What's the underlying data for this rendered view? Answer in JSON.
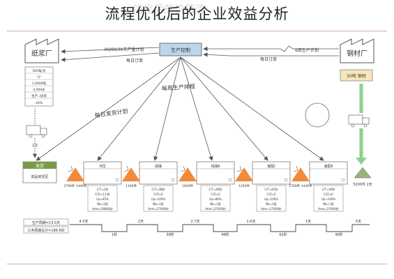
{
  "title": "流程优化后的企业效益分析",
  "title_ghost": "优化后的价值流",
  "supplier": {
    "label": "纸浆厂",
    "info": [
      "500吨/天",
      "\"2\"",
      "1,0000吨",
      "4,000天",
      "生产=投资",
      "20%"
    ],
    "weekly": "1次"
  },
  "customer": {
    "label": "钢材厂",
    "info_label": "50吨 钢材"
  },
  "control": {
    "label": "生产控制"
  },
  "flows": {
    "left_top": "90/60/30天产量计划",
    "left_bottom": "每日订单",
    "right_top": "6周生产计划",
    "right_bottom": "每日订单",
    "weekly_schedule": "每周生产排程",
    "daily_plan": "每日发货计划"
  },
  "processes": [
    {
      "label": "发货",
      "info": "成品收货区"
    },
    {
      "label": "冲压",
      "info": [
        "C/T=1秒",
        "C/O=1小时",
        "Up=85%",
        "Nb=1班",
        "Item=28800秒"
      ]
    },
    {
      "label": "焊接",
      "info": [
        "C/T=38秒",
        "C/O=0",
        "Up=100%",
        "Nb=1班",
        "Item=27600秒"
      ]
    },
    {
      "label": "焊接Ⅱ",
      "info": [
        "C/T=46秒",
        "C/O=0",
        "Up=80%",
        "Nb=1班",
        "Item=27600秒"
      ]
    },
    {
      "label": "装配Ⅰ",
      "info": [
        "C/T=62秒",
        "C/O=0",
        "Up=100%",
        "Nb=1班",
        "Item=27600秒"
      ]
    },
    {
      "label": "装配Ⅱ",
      "info": [
        "C/T=40秒",
        "C/O=0",
        "Up=100%",
        "Nb=1班",
        "Item=27600秒"
      ]
    }
  ],
  "inventories": [
    "2700件 1440件",
    "1100件",
    "1600件",
    "1200件",
    "2700件 1440件"
  ],
  "end_inventory": "5200件 2天",
  "timeline": {
    "legend_top": "生产周期=13.5天",
    "legend_bottom": "工序周期总计=186.6秒",
    "days": [
      "4.5天",
      "2天",
      "2.7天",
      "1.6天",
      "1天"
    ],
    "seconds": [
      "1秒",
      "39秒",
      "46秒",
      "62秒",
      "40秒"
    ],
    "end_days": "5天"
  },
  "colors": {
    "process_header": "#7a9a48",
    "kaizen": "#f28a3a",
    "truck_arrow": "#8fcf8f",
    "line": "#555555"
  }
}
